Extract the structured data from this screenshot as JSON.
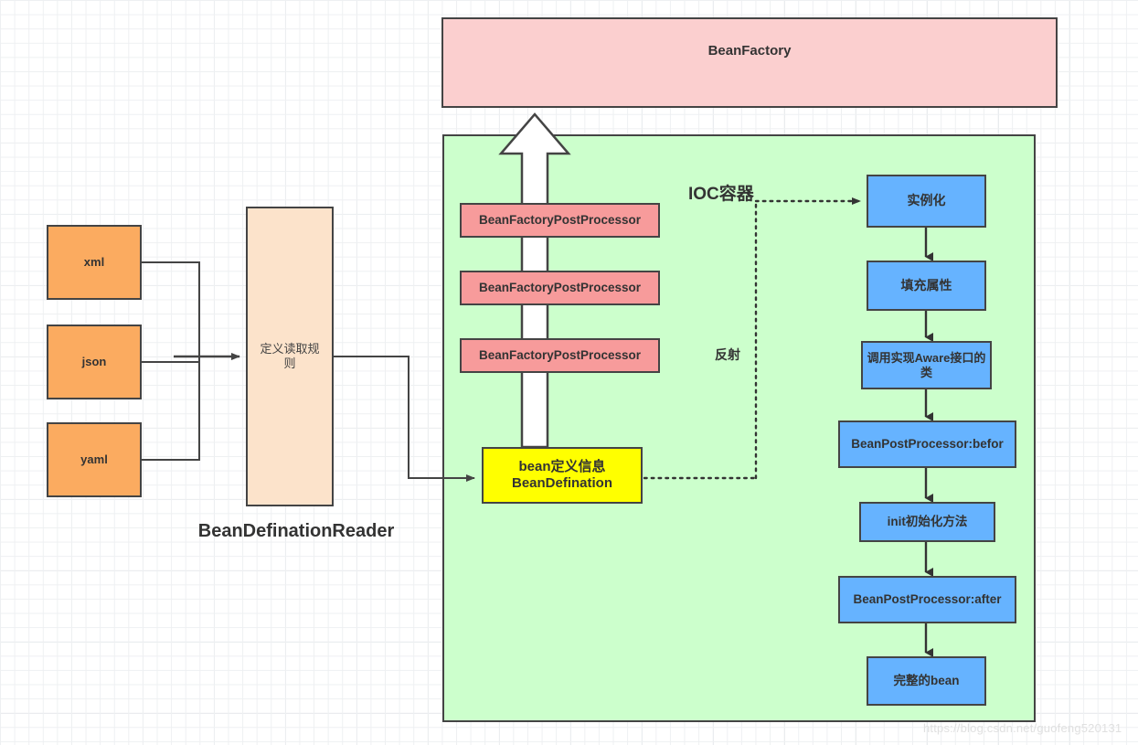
{
  "diagram": {
    "title": "Spring IOC container bean lifecycle diagram",
    "watermark": "https://blog.csdn.net/guofeng520131"
  },
  "colors": {
    "beanfactory_fill": "#fbcfcf",
    "ioc_fill": "#ccffcc",
    "postprocessor_fill": "#f79b9b",
    "beandefinition_fill": "#ffff00",
    "source_fill": "#fbab60",
    "reader_fill": "#fce3cb",
    "lifecycle_fill": "#66b3ff",
    "stroke": "#444444"
  },
  "top": {
    "beanfactory_label": "BeanFactory"
  },
  "sources": [
    {
      "label": "xml"
    },
    {
      "label": "json"
    },
    {
      "label": "yaml"
    }
  ],
  "reader": {
    "box_label": "定义读取规则",
    "caption": "BeanDefinationReader"
  },
  "container": {
    "ioc_label": "IOC容器",
    "reflect_label": "反射",
    "post_processors": [
      {
        "label": "BeanFactoryPostProcessor"
      },
      {
        "label": "BeanFactoryPostProcessor"
      },
      {
        "label": "BeanFactoryPostProcessor"
      }
    ],
    "bean_definition": {
      "line1": "bean定义信息",
      "line2": "BeanDefination"
    }
  },
  "lifecycle": [
    {
      "label": "实例化"
    },
    {
      "label": "填充属性"
    },
    {
      "label": "调用实现Aware接口的类"
    },
    {
      "label": "BeanPostProcessor:befor"
    },
    {
      "label": "init初始化方法"
    },
    {
      "label": "BeanPostProcessor:after"
    },
    {
      "label": "完整的bean"
    }
  ]
}
